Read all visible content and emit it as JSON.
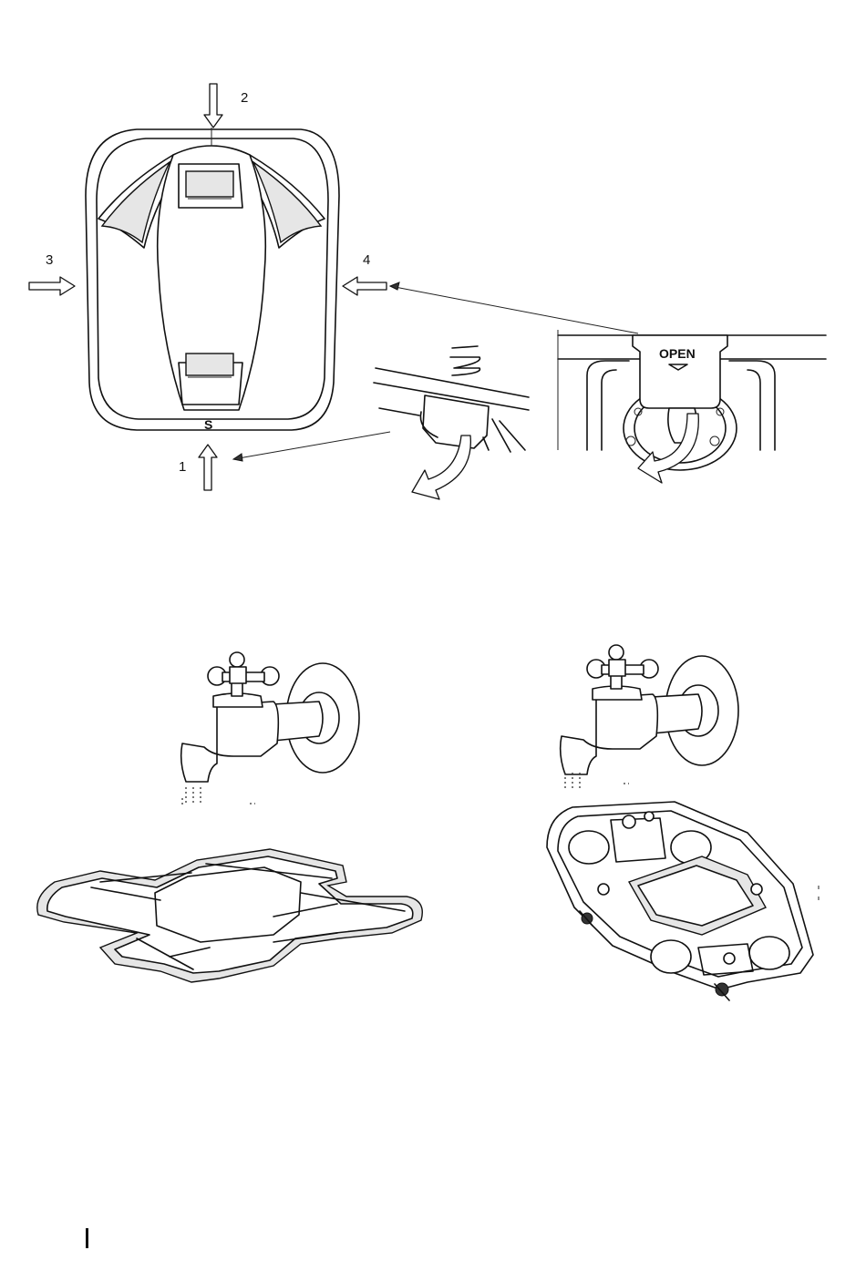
{
  "figure1": {
    "arrow_labels": [
      "1",
      "2",
      "3",
      "4"
    ],
    "logo_letter": "S",
    "detail_right_label": "OPEN"
  },
  "icons": {
    "tap_left": "water-tap-icon",
    "tap_right": "water-tap-icon",
    "filter_frame": "filter-frame",
    "filter_tray": "filter-tray"
  }
}
